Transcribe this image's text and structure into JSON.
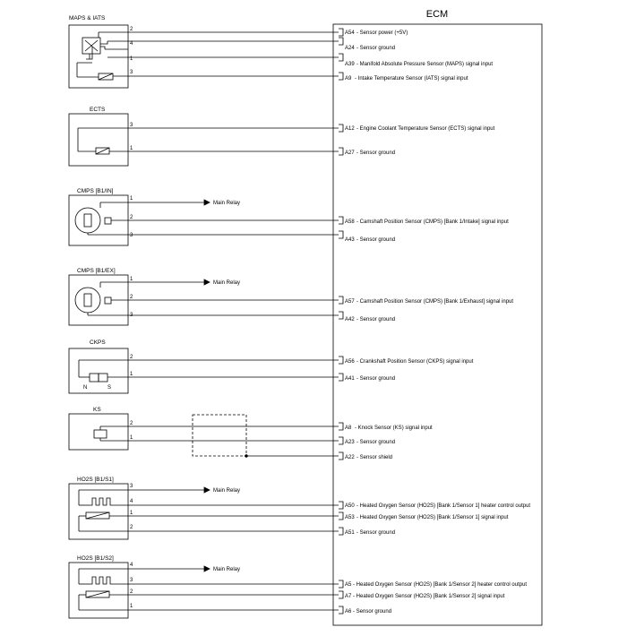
{
  "ecm_title": "ECM",
  "relay_label": "Main Relay",
  "sensors": [
    {
      "name": "MAPS & IATS",
      "wires": [
        {
          "pin": "2",
          "terminal": "A54",
          "desc": "Sensor power (+5V)"
        },
        {
          "pin": "4",
          "terminal": "A24",
          "desc": "Sensor ground"
        },
        {
          "pin": "1",
          "terminal": "A39",
          "desc": "Manifold Absolute Pressure Sensor (MAPS) signal input"
        },
        {
          "pin": "3",
          "terminal": "A9",
          "desc": "Intake Temperature Sensor (IATS) signal input"
        }
      ]
    },
    {
      "name": "ECTS",
      "wires": [
        {
          "pin": "3",
          "terminal": "A12",
          "desc": "Engine Coolant Temperature Sensor (ECTS) signal input"
        },
        {
          "pin": "1",
          "terminal": "A27",
          "desc": "Sensor ground"
        }
      ]
    },
    {
      "name": "CMPS [B1/IN]",
      "relay_pin": "1",
      "wires": [
        {
          "pin": "2",
          "terminal": "A58",
          "desc": "Camshaft Position Sensor (CMPS) [Bank 1/Intake] signal input"
        },
        {
          "pin": "3",
          "terminal": "A43",
          "desc": "Sensor ground"
        }
      ]
    },
    {
      "name": "CMPS [B1/EX]",
      "relay_pin": "1",
      "wires": [
        {
          "pin": "2",
          "terminal": "A57",
          "desc": "Camshaft Position Sensor (CMPS) [Bank 1/Exhaust] signal input"
        },
        {
          "pin": "3",
          "terminal": "A42",
          "desc": "Sensor ground"
        }
      ]
    },
    {
      "name": "CKPS",
      "coil_n": "N",
      "coil_s": "S",
      "wires": [
        {
          "pin": "2",
          "terminal": "A56",
          "desc": "Crankshaft Position Sensor (CKPS) signal input"
        },
        {
          "pin": "1",
          "terminal": "A41",
          "desc": "Sensor ground"
        }
      ]
    },
    {
      "name": "KS",
      "wires": [
        {
          "pin": "2",
          "terminal": "A8",
          "desc": "Knock Sensor (KS) signal input"
        },
        {
          "pin": "1",
          "terminal": "A23",
          "desc": "Sensor ground"
        },
        {
          "terminal": "A22",
          "desc": "Sensor shield"
        }
      ]
    },
    {
      "name": "HO2S [B1/S1]",
      "relay_pin": "3",
      "wires": [
        {
          "pin": "4",
          "terminal": "A50",
          "desc": "Heated Oxygen Sensor (HO2S) [Bank 1/Sensor 1] heater control output"
        },
        {
          "pin": "1",
          "terminal": "A53",
          "desc": "Heated Oxygen Sensor (HO2S) [Bank 1/Sensor 1] signal input"
        },
        {
          "pin": "2",
          "terminal": "A51",
          "desc": "Sensor ground"
        }
      ]
    },
    {
      "name": "HO2S [B1/S2]",
      "relay_pin": "4",
      "wires": [
        {
          "pin": "3",
          "terminal": "A5",
          "desc": "Heated Oxygen Sensor (HO2S) [Bank 1/Sensor 2] heater control output"
        },
        {
          "pin": "2",
          "terminal": "A7",
          "desc": "Heated Oxygen Sensor (HO2S) [Bank 1/Sensor 2] signal input"
        },
        {
          "pin": "1",
          "terminal": "A6",
          "desc": "Sensor ground"
        }
      ]
    }
  ]
}
